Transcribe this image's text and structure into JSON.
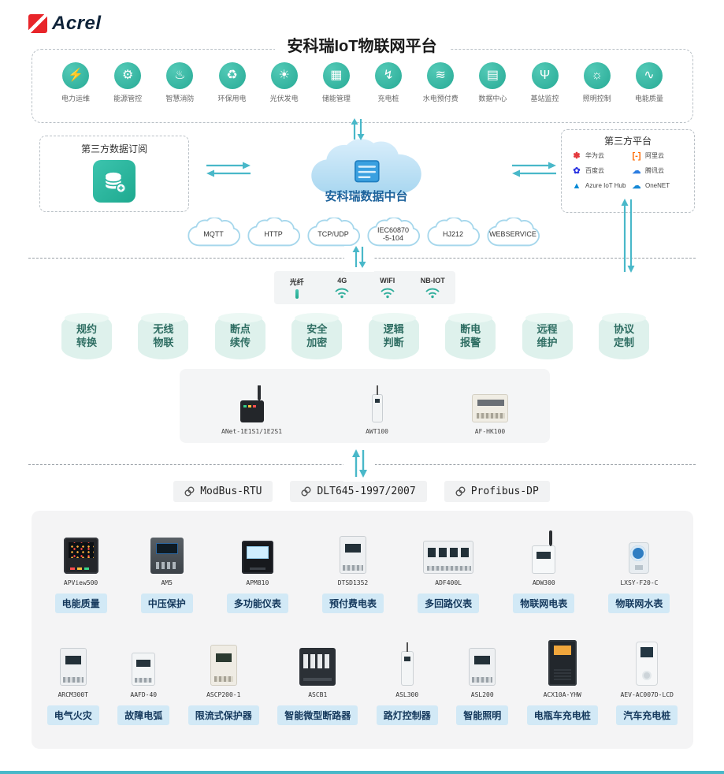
{
  "brand": {
    "name": "Acrel"
  },
  "title": "安科瑞IoT物联网平台",
  "colors": {
    "accent": "#35b9a5",
    "arrow": "#49b8c9",
    "badge_bg": "#d2e9f6",
    "badge_text": "#14385c"
  },
  "apps": [
    {
      "label": "电力运维",
      "icon": "power-ops-icon",
      "glyph": "⚡"
    },
    {
      "label": "能源管控",
      "icon": "energy-mgmt-icon",
      "glyph": "⚙"
    },
    {
      "label": "智慧消防",
      "icon": "fire-safety-icon",
      "glyph": "♨"
    },
    {
      "label": "环保用电",
      "icon": "eco-power-icon",
      "glyph": "♻"
    },
    {
      "label": "光伏发电",
      "icon": "pv-power-icon",
      "glyph": "☀"
    },
    {
      "label": "储能管理",
      "icon": "energy-storage-icon",
      "glyph": "▦"
    },
    {
      "label": "充电桩",
      "icon": "ev-charging-icon",
      "glyph": "↯"
    },
    {
      "label": "水电预付费",
      "icon": "prepaid-utility-icon",
      "glyph": "≋"
    },
    {
      "label": "数据中心",
      "icon": "data-center-icon",
      "glyph": "▤"
    },
    {
      "label": "基站监控",
      "icon": "base-station-icon",
      "glyph": "Ψ"
    },
    {
      "label": "照明控制",
      "icon": "lighting-control-icon",
      "glyph": "☼"
    },
    {
      "label": "电能质量",
      "icon": "power-quality-icon",
      "glyph": "∿"
    }
  ],
  "hub": {
    "left_title": "第三方数据订阅",
    "center_label": "安科瑞数据中台",
    "right_title": "第三方平台",
    "partners": [
      {
        "name": "华为云",
        "glyph": "✽",
        "icon": "huawei-cloud-icon",
        "style": "color:#e4393c"
      },
      {
        "name": "阿里云",
        "glyph": "[-]",
        "icon": "ali-cloud-icon",
        "style": "color:#ff6a00"
      },
      {
        "name": "百度云",
        "glyph": "✿",
        "icon": "baidu-cloud-icon",
        "style": "color:#2932e1"
      },
      {
        "name": "腾讯云",
        "glyph": "☁",
        "icon": "tencent-cloud-icon",
        "style": "color:#2b7de1"
      },
      {
        "name": "Azure IoT Hub",
        "glyph": "▲",
        "icon": "azure-iot-hub-icon",
        "style": "color:#0089d6"
      },
      {
        "name": "OneNET",
        "glyph": "☁",
        "icon": "onenet-cloud-icon",
        "style": "color:#1789d6"
      }
    ],
    "protocol_clouds": [
      {
        "line1": "MQTT"
      },
      {
        "line1": "HTTP"
      },
      {
        "line1": "TCP/UDP"
      },
      {
        "line1": "IEC60870",
        "line2": "-5-104"
      },
      {
        "line1": "HJ212"
      },
      {
        "line1": "WEBSERVICE"
      }
    ]
  },
  "connectivity": [
    {
      "label": "光纤",
      "kind": "fiber"
    },
    {
      "label": "4G",
      "kind": "wifi"
    },
    {
      "label": "WIFI",
      "kind": "wifi"
    },
    {
      "label": "NB-IOT",
      "kind": "wifi"
    }
  ],
  "capabilities": [
    {
      "line1": "规约",
      "line2": "转换"
    },
    {
      "line1": "无线",
      "line2": "物联"
    },
    {
      "line1": "断点",
      "line2": "续传"
    },
    {
      "line1": "安全",
      "line2": "加密"
    },
    {
      "line1": "逻辑",
      "line2": "判断"
    },
    {
      "line1": "断电",
      "line2": "报警"
    },
    {
      "line1": "远程",
      "line2": "维护"
    },
    {
      "line1": "协议",
      "line2": "定制"
    }
  ],
  "gateways": [
    {
      "model": "ANet-1E1S1/1E2S1",
      "kind": "gw-antenna"
    },
    {
      "model": "AWT100",
      "kind": "gw-slim"
    },
    {
      "model": "AF-HK100",
      "kind": "gw-panel"
    }
  ],
  "field_protocols": [
    {
      "label": "ModBus-RTU"
    },
    {
      "label": "DLT645-1997/2007"
    },
    {
      "label": "Profibus-DP"
    }
  ],
  "products": {
    "row1": [
      {
        "model": "APView500",
        "label": "电能质量",
        "kind": "dark-panel"
      },
      {
        "model": "AM5",
        "label": "中压保护",
        "kind": "relay-panel"
      },
      {
        "model": "APM810",
        "label": "多功能仪表",
        "kind": "meter-panel"
      },
      {
        "model": "DTSD1352",
        "label": "预付费电表",
        "kind": "din-meter"
      },
      {
        "model": "ADF400L",
        "label": "多回路仪表",
        "kind": "din-wide"
      },
      {
        "model": "ADW300",
        "label": "物联网电表",
        "kind": "iot-meter"
      },
      {
        "model": "LXSY-F20-C",
        "label": "物联网水表",
        "kind": "water-meter"
      }
    ],
    "row2": [
      {
        "model": "ARCM300T",
        "label": "电气火灾",
        "kind": "din-meter"
      },
      {
        "model": "AAFD-40",
        "label": "故障电弧",
        "kind": "din-small"
      },
      {
        "model": "ASCP200-1",
        "label": "限流式保护器",
        "kind": "din-tall"
      },
      {
        "model": "ASCB1",
        "label": "智能微型断路器",
        "kind": "breaker"
      },
      {
        "model": "ASL300",
        "label": "路灯控制器",
        "kind": "slim-module"
      },
      {
        "model": "ASL200",
        "label": "智能照明",
        "kind": "din-meter"
      },
      {
        "model": "ACX10A-YHW",
        "label": "电瓶车充电桩",
        "kind": "cabinet"
      },
      {
        "model": "AEV-AC007D-LCD",
        "label": "汽车充电桩",
        "kind": "pile"
      }
    ]
  }
}
